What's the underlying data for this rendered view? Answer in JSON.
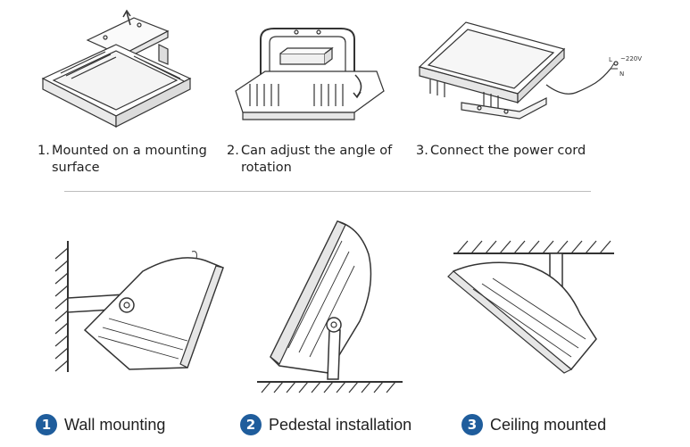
{
  "steps": [
    {
      "number": "1.",
      "line1": "Mounted on a mounting",
      "line2": "surface"
    },
    {
      "number": "2.",
      "line1": "Can adjust the angle of",
      "line2": "rotation"
    },
    {
      "number": "3.",
      "line1": "Connect the power cord",
      "line2": ""
    }
  ],
  "power_labels": {
    "voltage": "~220V",
    "live": "L",
    "neutral": "N"
  },
  "installations": [
    {
      "badge": "1",
      "label": "Wall mounting"
    },
    {
      "badge": "2",
      "label": "Pedestal installation"
    },
    {
      "badge": "3",
      "label": "Ceiling mounted"
    }
  ],
  "colors": {
    "badge": "#1f5d9c",
    "line": "#333333"
  }
}
